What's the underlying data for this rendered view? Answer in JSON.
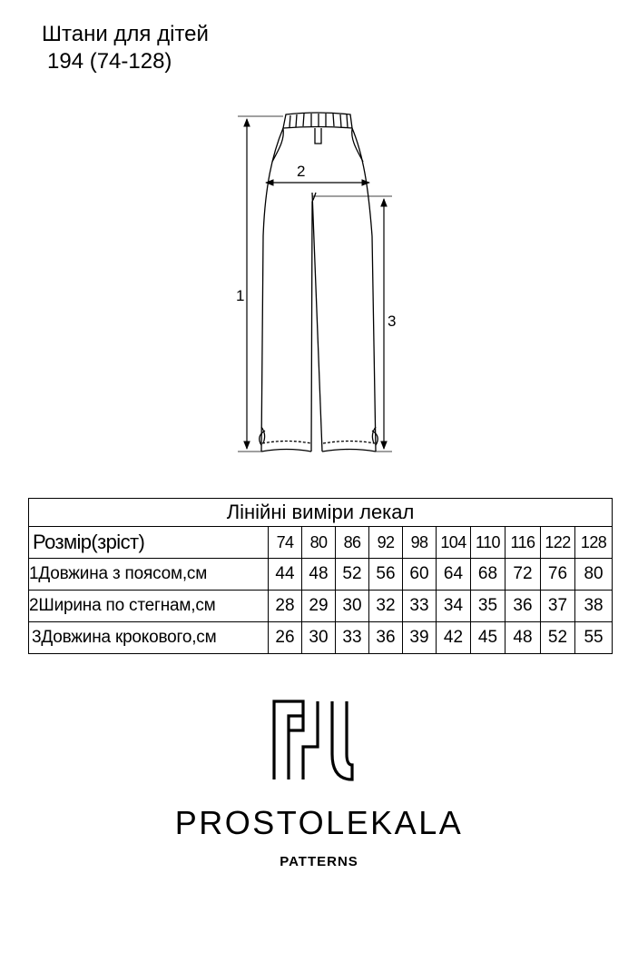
{
  "header": {
    "title": "Штани для дітей",
    "subtitle": "194 (74-128)"
  },
  "drawing": {
    "dim_labels": [
      "1",
      "2",
      "3"
    ]
  },
  "table": {
    "caption": "Лінійні виміри лекал",
    "size_label": "Розмір(зріст)",
    "sizes": [
      "74",
      "80",
      "86",
      "92",
      "98",
      "104",
      "110",
      "116",
      "122",
      "128"
    ],
    "rows": [
      {
        "label": "1Довжина з поясом,см",
        "values": [
          "44",
          "48",
          "52",
          "56",
          "60",
          "64",
          "68",
          "72",
          "76",
          "80"
        ]
      },
      {
        "label": "2Ширина по стегнам,см",
        "values": [
          "28",
          "29",
          "30",
          "32",
          "33",
          "34",
          "35",
          "36",
          "37",
          "38"
        ]
      },
      {
        "label": "3Довжина крокового,см",
        "values": [
          "26",
          "30",
          "33",
          "36",
          "39",
          "42",
          "45",
          "48",
          "52",
          "55"
        ]
      }
    ]
  },
  "brand": {
    "name": "PROSTOLEKALA",
    "tagline": "PATTERNS"
  }
}
